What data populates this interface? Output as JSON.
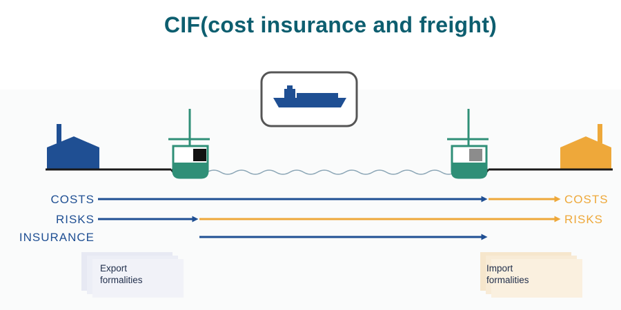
{
  "title": "CIF(cost insurance and freight)",
  "colors": {
    "title": "#0d5e6f",
    "seller": "#1f4f93",
    "buyer": "#eea83a",
    "terminal": "#2f8f77",
    "line": "#1a1a1a",
    "water": "#8aa5b5"
  },
  "rows": {
    "costs_left": "COSTS",
    "costs_right": "COSTS",
    "risks_left": "RISKS",
    "risks_right": "RISKS",
    "insurance": "INSURANCE"
  },
  "documents": {
    "export": [
      "Export",
      "formalities"
    ],
    "import": [
      "Import",
      "formalities"
    ]
  },
  "icons": [
    "factory-icon",
    "port-terminal-icon",
    "ship-icon",
    "warehouse-icon"
  ]
}
